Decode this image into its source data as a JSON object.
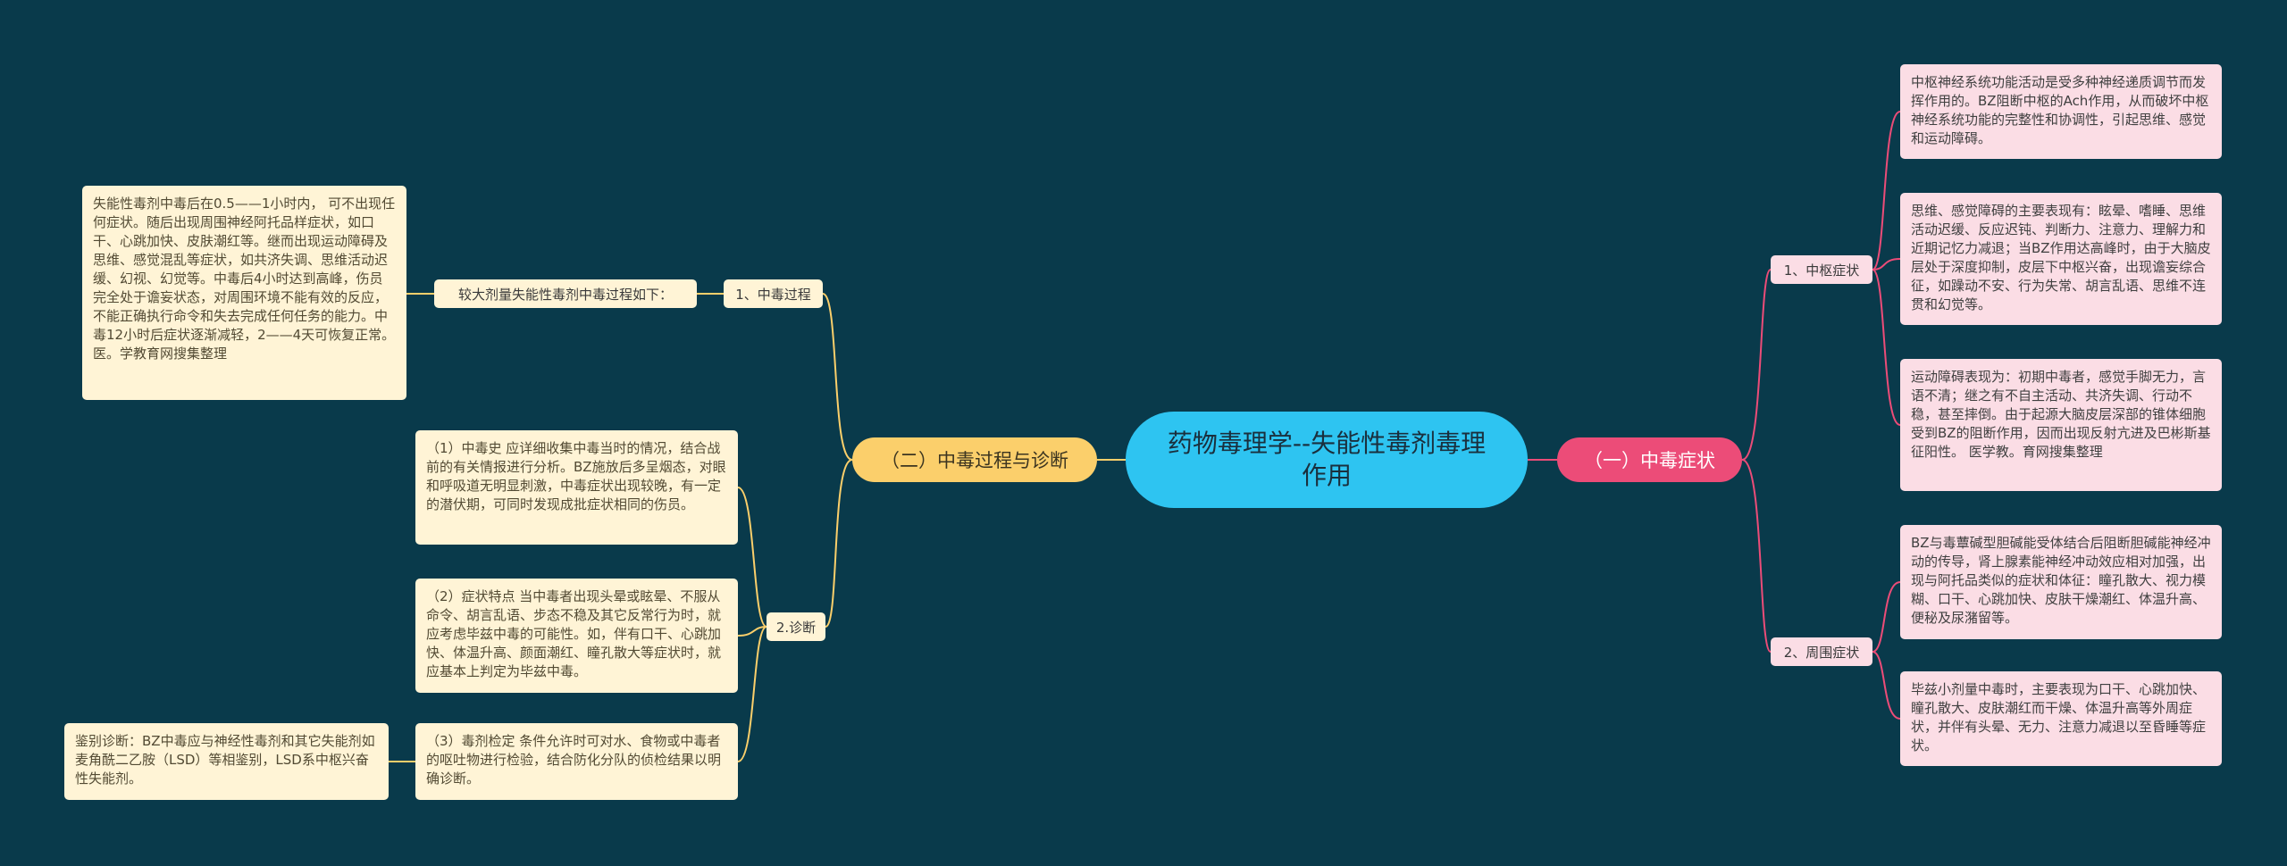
{
  "root": {
    "title": "药物毒理学--失能性毒剂毒理作用"
  },
  "right": {
    "label": "（一）中毒症状",
    "central": {
      "label": "1、中枢症状",
      "items": [
        "中枢神经系统功能活动是受多种神经递质调节而发挥作用的。BZ阻断中枢的Ach作用，从而破坏中枢神经系统功能的完整性和协调性，引起思维、感觉和运动障碍。",
        "思维、感觉障碍的主要表现有：眩晕、嗜睡、思维活动迟缓、反应迟钝、判断力、注意力、理解力和近期记忆力减退；当BZ作用达高峰时，由于大脑皮层处于深度抑制，皮层下中枢兴奋，出现谵妄综合征，如躁动不安、行为失常、胡言乱语、思维不连贯和幻觉等。",
        "运动障碍表现为：初期中毒者，感觉手脚无力，言语不清；继之有不自主活动、共济失调、行动不稳，甚至摔倒。由于起源大脑皮层深部的锥体细胞受到BZ的阻断作用，因而出现反射亢进及巴彬斯基征阳性。 医学教。育网搜集整理"
      ]
    },
    "peripheral": {
      "label": "2、周围症状",
      "items": [
        "BZ与毒蕈碱型胆碱能受体结合后阻断胆碱能神经冲动的传导，肾上腺素能神经冲动效应相对加强，出现与阿托品类似的症状和体征：瞳孔散大、视力模糊、口干、心跳加快、皮肤干燥潮红、体温升高、便秘及尿潴留等。",
        "毕兹小剂量中毒时，主要表现为口干、心跳加快、瞳孔散大、皮肤潮红而干燥、体温升高等外周症状，并伴有头晕、无力、注意力减退以至昏睡等症状。"
      ]
    }
  },
  "left": {
    "label": "（二）中毒过程与诊断",
    "process": {
      "label": "1、中毒过程",
      "intro": "较大剂量失能性毒剂中毒过程如下：",
      "detail": "失能性毒剂中毒后在0.5——1小时内， 可不出现任何症状。随后出现周围神经阿托品样症状，如口干、心跳加快、皮肤潮红等。继而出现运动障碍及思维、感觉混乱等症状，如共济失调、思维活动迟缓、幻视、幻觉等。中毒后4小时达到高峰，伤员完全处于谵妄状态，对周围环境不能有效的反应，不能正确执行命令和失去完成任何任务的能力。中毒12小时后症状逐渐减轻，2——4天可恢复正常。 医。学教育网搜集整理"
    },
    "diagnosis": {
      "label": "2.诊断",
      "items": [
        "（1）中毒史 应详细收集中毒当时的情况，结合战前的有关情报进行分析。BZ施放后多呈烟态，对眼和呼吸道无明显刺激，中毒症状出现较晚，有一定的潜伏期，可同时发现成批症状相同的伤员。",
        "（2）症状特点 当中毒者出现头晕或眩晕、不服从命令、胡言乱语、步态不稳及其它反常行为时，就应考虑毕兹中毒的可能性。如，伴有口干、心跳加快、体温升高、颜面潮红、瞳孔散大等症状时，就应基本上判定为毕兹中毒。",
        "（3）毒剂检定 条件允许时可对水、食物或中毒者的呕吐物进行检验，结合防化分队的侦检结果以明确诊断。"
      ],
      "differential": "鉴别诊断：BZ中毒应与神经性毒剂和其它失能剂如麦角酰二乙胺（LSD）等相鉴别，LSD系中枢兴奋性失能剂。"
    }
  },
  "colors": {
    "background": "#093a4b",
    "root": "#2ec4f1",
    "right_branch": "#ec4c78",
    "left_branch": "#fbcf6b"
  }
}
